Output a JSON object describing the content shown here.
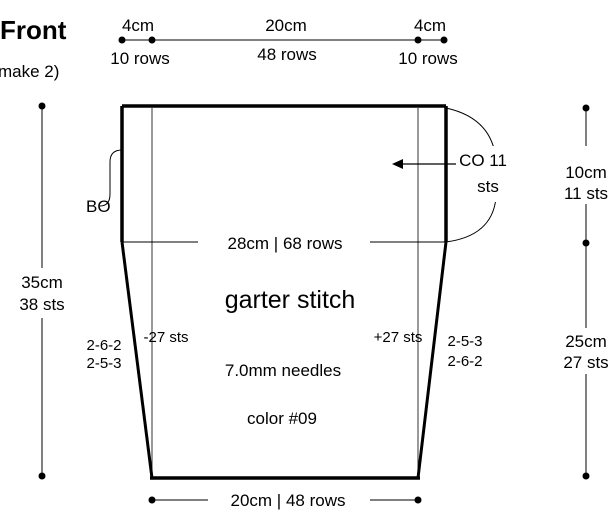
{
  "header": {
    "title": "Front",
    "subtitle": "make 2)"
  },
  "top_dimensions": {
    "left": {
      "cm": "4cm",
      "rows": "10 rows"
    },
    "middle": {
      "cm": "20cm",
      "rows": "48 rows"
    },
    "right": {
      "cm": "4cm",
      "rows": "10 rows"
    }
  },
  "left_dimension": {
    "cm": "35cm",
    "sts": "38 sts"
  },
  "right_dimensions": {
    "upper": {
      "cm": "10cm",
      "sts": "11 sts"
    },
    "lower": {
      "cm": "25cm",
      "sts": "27 sts"
    }
  },
  "bottom_dimension": "20cm | 48 rows",
  "width_label": "28cm | 68 rows",
  "bind_off": "BO",
  "cast_on": {
    "line1": "CO 11",
    "line2": "sts"
  },
  "shaping": {
    "left_count": "-27 sts",
    "right_count": "+27 sts",
    "left_pattern": [
      "2-6-2",
      "2-5-3"
    ],
    "right_pattern": [
      "2-5-3",
      "2-6-2"
    ]
  },
  "body": {
    "stitch": "garter stitch",
    "needles": "7.0mm needles",
    "color": "color #09"
  }
}
